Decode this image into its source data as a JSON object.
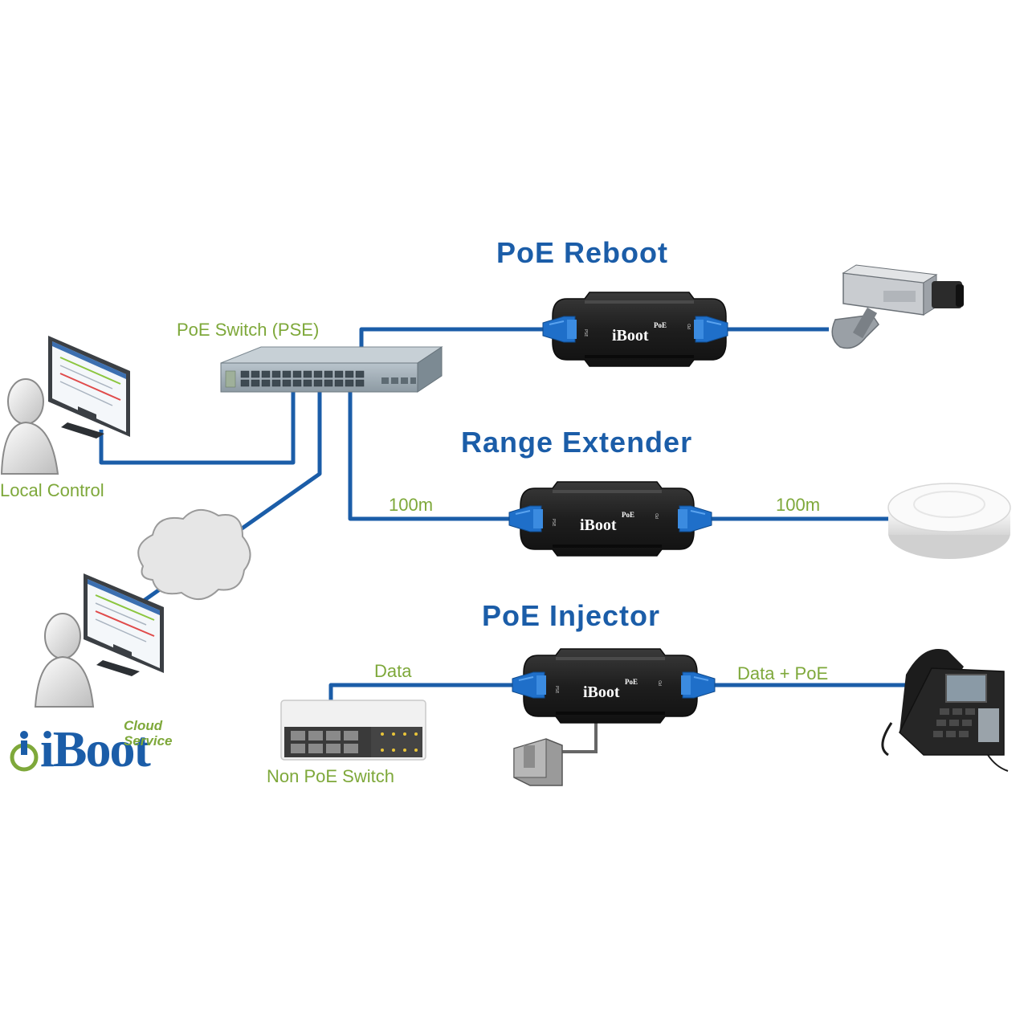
{
  "titles": {
    "poe_reboot": "PoE Reboot",
    "range_extender": "Range Extender",
    "poe_injector": "PoE Injector"
  },
  "labels": {
    "poe_switch": "PoE Switch  (PSE)",
    "local_control": "Local Control",
    "non_poe_switch": "Non PoE Switch",
    "dist_left": "100m",
    "dist_right": "100m",
    "data": "Data",
    "data_poe": "Data + PoE"
  },
  "device": {
    "brand": "iBoot",
    "superscript": "PoE",
    "port_in": "PSE",
    "port_out": "PD"
  },
  "logo": {
    "word": "iBoot",
    "line1": "Cloud",
    "line2": "Service"
  },
  "colors": {
    "cable": "#1b5da8",
    "title": "#1b5da8",
    "label": "#7ea83a",
    "device_body": "#222222"
  },
  "icons": [
    "person-icon",
    "monitor-icon",
    "cloud-icon",
    "switch-icon",
    "camera-icon",
    "access-point-icon",
    "ip-phone-icon",
    "power-adapter-icon",
    "iboot-poe-device-icon"
  ]
}
